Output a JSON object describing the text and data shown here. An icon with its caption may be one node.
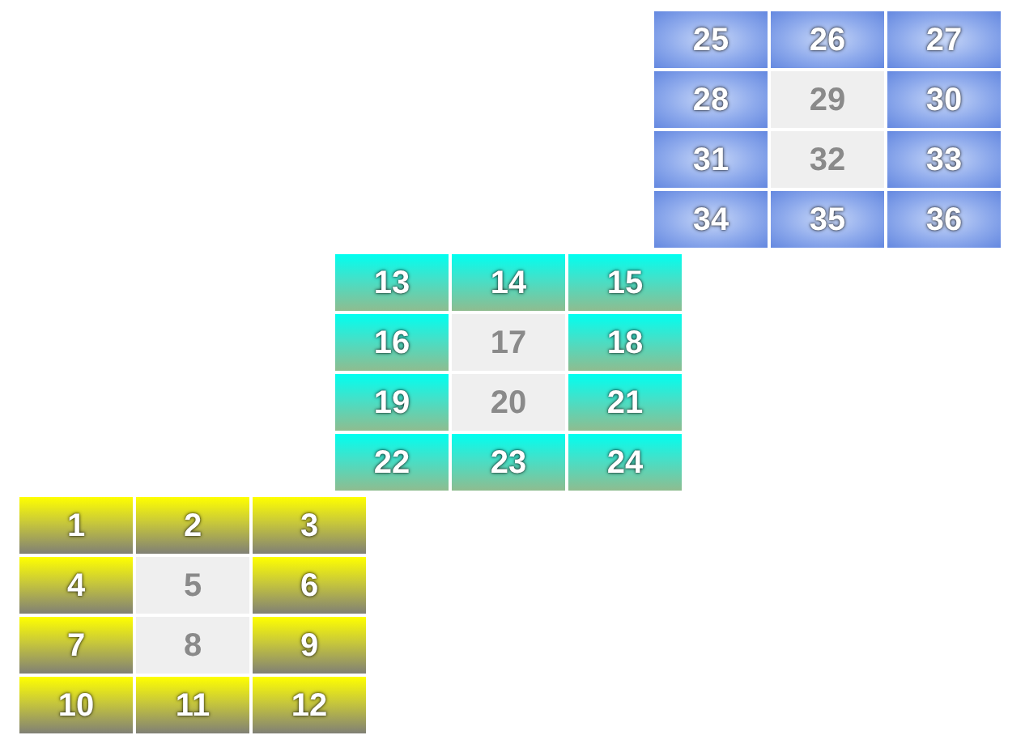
{
  "diagram": {
    "nodes": [
      {
        "text": [
          "1"
        ]
      },
      {
        "text": [
          "2"
        ]
      },
      {
        "text": [
          "3"
        ]
      },
      {
        "text": [
          "4"
        ]
      },
      {
        "text": [
          "5"
        ]
      },
      {
        "text": [
          "6"
        ]
      },
      {
        "text": [
          "7"
        ]
      },
      {
        "text": [
          "8"
        ]
      },
      {
        "text": [
          "9"
        ]
      },
      {
        "text": [
          "10"
        ]
      },
      {
        "text": [
          "11"
        ]
      },
      {
        "text": [
          "12"
        ]
      },
      {
        "text": [
          "13"
        ]
      },
      {
        "text": [
          "14"
        ]
      },
      {
        "text": [
          "15"
        ]
      },
      {
        "text": [
          "16"
        ]
      },
      {
        "text": [
          "17"
        ]
      },
      {
        "text": [
          "18"
        ]
      },
      {
        "text": [
          "19"
        ]
      },
      {
        "text": [
          "20"
        ]
      },
      {
        "text": [
          "21"
        ]
      },
      {
        "text": [
          "22"
        ]
      },
      {
        "text": [
          "23"
        ]
      },
      {
        "text": [
          "24"
        ]
      },
      {
        "text": [
          "25"
        ]
      },
      {
        "text": [
          "26"
        ]
      },
      {
        "text": [
          "27"
        ]
      },
      {
        "text": [
          "28"
        ]
      },
      {
        "text": [
          "29"
        ]
      },
      {
        "text": [
          "30"
        ]
      },
      {
        "text": [
          "31"
        ]
      },
      {
        "text": [
          "32"
        ]
      },
      {
        "text": [
          "33"
        ]
      },
      {
        "text": [
          "34"
        ]
      },
      {
        "text": [
          "35"
        ]
      },
      {
        "text": [
          "36"
        ]
      }
    ]
  }
}
